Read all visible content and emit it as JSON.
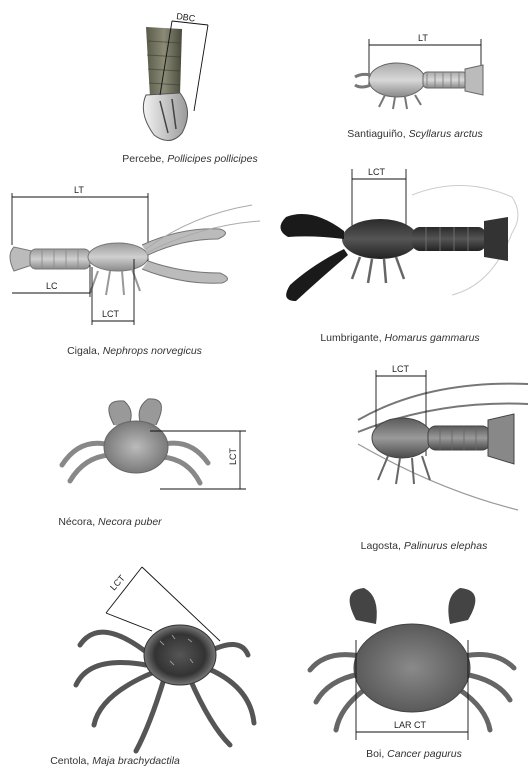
{
  "species": [
    {
      "common": "Percebe",
      "scientific": "Pollicipes pollicipes",
      "measure": "DBC"
    },
    {
      "common": "Santiaguiño",
      "scientific": "Scyllarus arctus",
      "measure": "LT"
    },
    {
      "common": "Cigala",
      "scientific": "Nephrops norvegicus",
      "measures": [
        "LT",
        "LC",
        "LCT"
      ]
    },
    {
      "common": "Lumbrigante",
      "scientific": "Homarus gammarus",
      "measure": "LCT"
    },
    {
      "common": "Nécora",
      "scientific": "Necora puber",
      "measure": "LCT"
    },
    {
      "common": "Lagosta",
      "scientific": "Palinurus elephas",
      "measure": "LCT"
    },
    {
      "common": "Centola",
      "scientific": "Maja brachydactila",
      "measure": "LCT"
    },
    {
      "common": "Boi",
      "scientific": "Cancer pagurus",
      "measure": "LAR CT"
    }
  ],
  "sep": ", "
}
